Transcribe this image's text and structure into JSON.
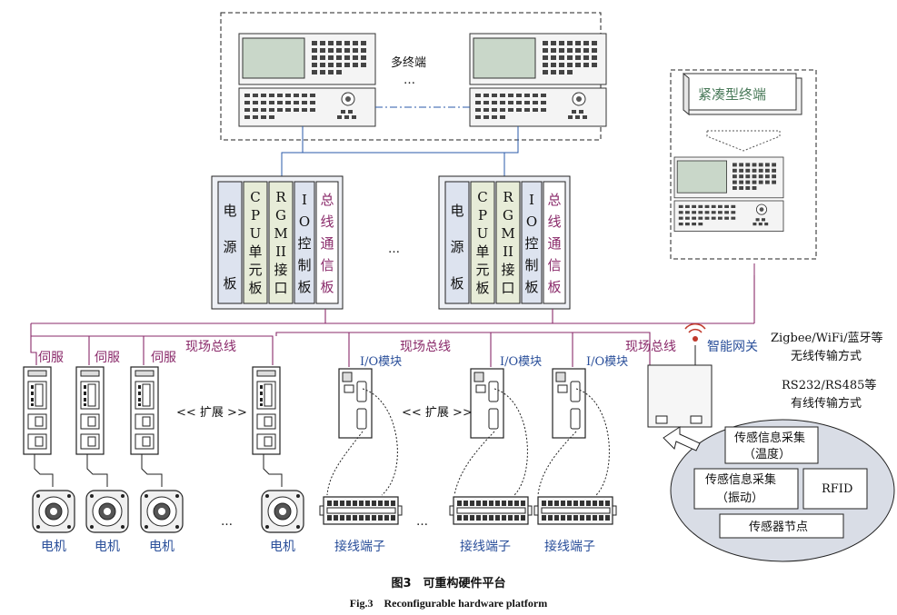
{
  "labels": {
    "multi_terminal": "多终端",
    "ellipsis_v": "…",
    "ellipsis": "…",
    "compact_terminal": "紧凑型终端",
    "expand": "<< 扩展 >>",
    "servo": "伺服",
    "field_bus": "现场总线",
    "io_module": "I/O模块",
    "smart_gateway": "智能网关",
    "motor": "电机",
    "terminal_block": "接线端子",
    "wireless": "Zigbee/WiFi/蓝牙等",
    "wireless2": "无线传输方式",
    "wired": "RS232/RS485等",
    "wired2": "有线传输方式",
    "sense_temp1": "传感信息采集",
    "sense_temp2": "（温度）",
    "sense_vib1": "传感信息采集",
    "sense_vib2": "（振动）",
    "rfid": "RFID",
    "sensor_node": "传感器节点"
  },
  "rack": {
    "cards": [
      {
        "name": "power-board",
        "chars": [
          "电",
          "源",
          "板"
        ]
      },
      {
        "name": "cpu-board",
        "chars": [
          "C",
          "P",
          "U",
          "单",
          "元",
          "板"
        ]
      },
      {
        "name": "rgmii-port",
        "chars": [
          "R",
          "G",
          "M",
          "II",
          "接",
          "口"
        ]
      },
      {
        "name": "io-control-board",
        "chars": [
          "I",
          "O",
          "控",
          "制",
          "板"
        ]
      },
      {
        "name": "bus-comm-board",
        "chars": [
          "总",
          "线",
          "通",
          "信",
          "板"
        ]
      }
    ]
  },
  "caption": {
    "zh": "图3　可重构硬件平台",
    "en": "Fig.3　Reconfigurable hardware platform"
  },
  "colors": {
    "bus": "#8a2a6a",
    "link": "#2a5aa8",
    "card_fill": "#dde3ef",
    "card_green": "#e7ecd8",
    "ellipse": "#d9dde6"
  }
}
